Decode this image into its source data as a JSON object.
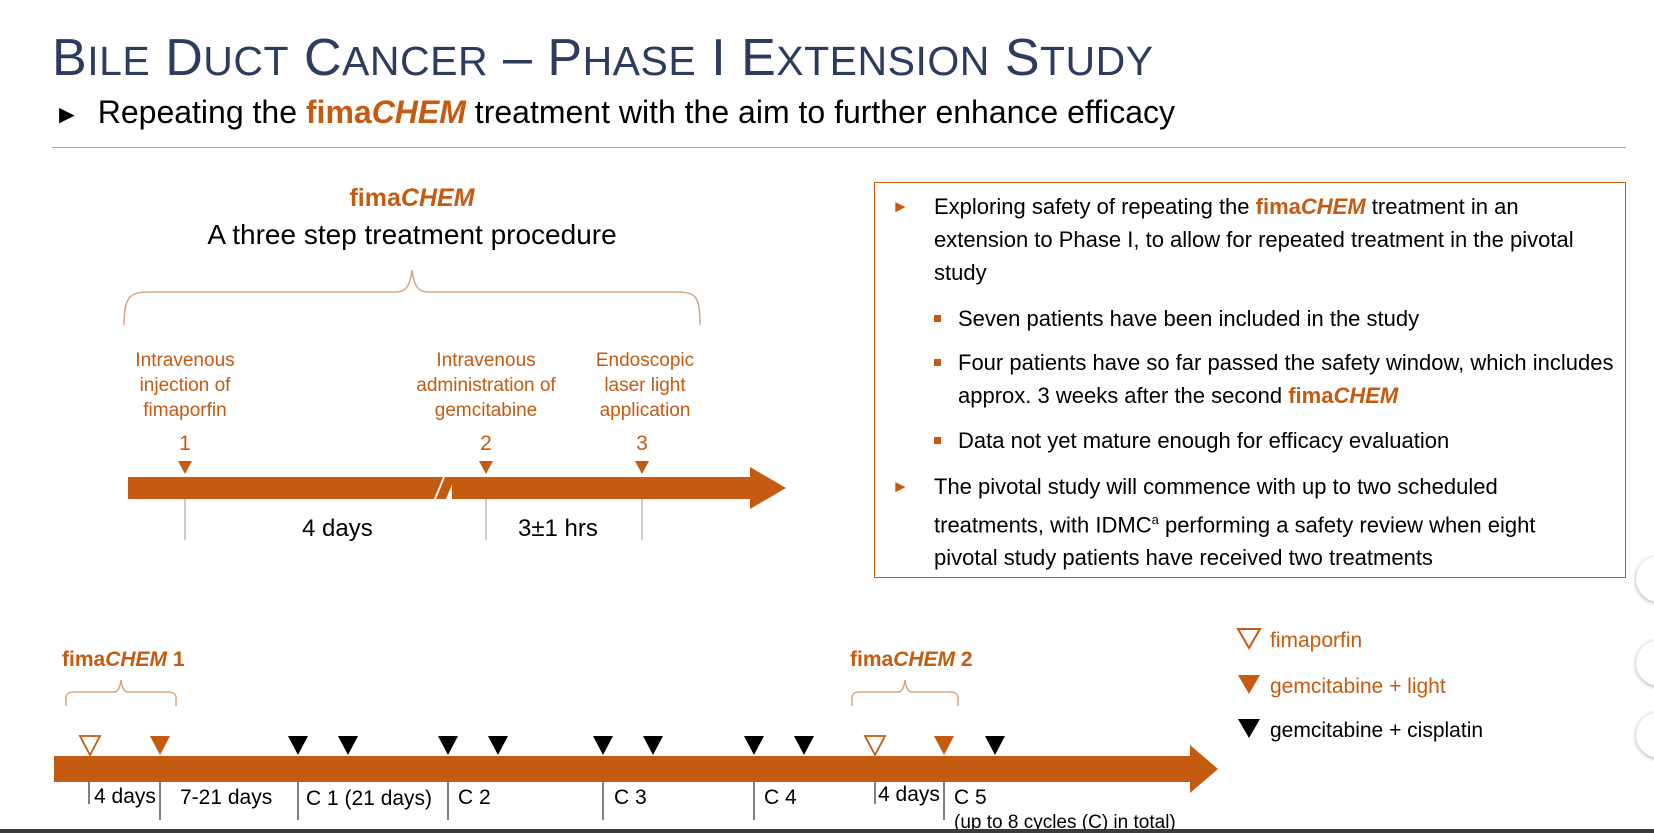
{
  "slide": {
    "title": {
      "w1_initial": "B",
      "w1_rest": "ILE",
      "w2_initial": "D",
      "w2_rest": "UCT",
      "w3_initial": "C",
      "w3_rest": "ANCER",
      "dash": "–",
      "w4_initial": "P",
      "w4_rest": "HASE",
      "numeral": "I",
      "w5_initial": "E",
      "w5_rest": "XTENSION",
      "w6_initial": "S",
      "w6_rest": "TUDY"
    },
    "subtitle": {
      "marker": "►",
      "before": "Repeating the ",
      "brand_a": "fima",
      "brand_b": "CHEM",
      "after": " treatment with the aim to further enhance efficacy"
    }
  },
  "procedure": {
    "brand_a": "fima",
    "brand_b": "CHEM",
    "subtitle": "A three step treatment procedure",
    "steps": [
      {
        "num": "1",
        "label": "Intravenous injection of fimaporfin"
      },
      {
        "num": "2",
        "label": "Intravenous administration of gemcitabine"
      },
      {
        "num": "3",
        "label": "Endoscopic laser light application"
      }
    ],
    "durations": [
      "4 days",
      "3±1 hrs"
    ]
  },
  "info_box": {
    "marker": "►",
    "b1_before": "Exploring safety of repeating the ",
    "b1_brand_a": "fima",
    "b1_brand_b": "CHEM",
    "b1_after": " treatment in an extension to Phase I, to allow for repeated treatment in the pivotal study",
    "sub1": "Seven patients have been included in the study",
    "sub2_before": "Four patients have so far passed the safety window, which includes approx. 3 weeks after the second ",
    "sub2_brand_a": "fima",
    "sub2_brand_b": "CHEM",
    "sub3": "Data not yet mature enough for efficacy evaluation",
    "b2_before": "The pivotal study will commence with up to two scheduled treatments, with IDMC",
    "b2_sup": "a",
    "b2_after": " performing a safety review when eight pivotal study patients have received two treatments"
  },
  "timeline": {
    "head1_brand_a": "fima",
    "head1_brand_b": "CHEM",
    "head1_num": " 1",
    "head2_brand_a": "fima",
    "head2_brand_b": "CHEM",
    "head2_num": " 2",
    "labels": [
      "4 days",
      "7-21 days",
      "C 1 (21 days)",
      "C 2",
      "C 3",
      "C 4",
      "4 days",
      "C 5"
    ],
    "note": "(up to 8 cycles (C) in total)"
  },
  "legend": [
    {
      "icon": "open-triangle",
      "label": "fimaporfin",
      "color": "#c55a11"
    },
    {
      "icon": "filled-triangle",
      "label": "gemcitabine + light",
      "color": "#c55a11"
    },
    {
      "icon": "filled-triangle",
      "label": "gemcitabine + cisplatin",
      "color": "#000000"
    }
  ],
  "colors": {
    "accent": "#c55a11",
    "title": "#2b3c5e",
    "rule": "#e38f9b"
  }
}
